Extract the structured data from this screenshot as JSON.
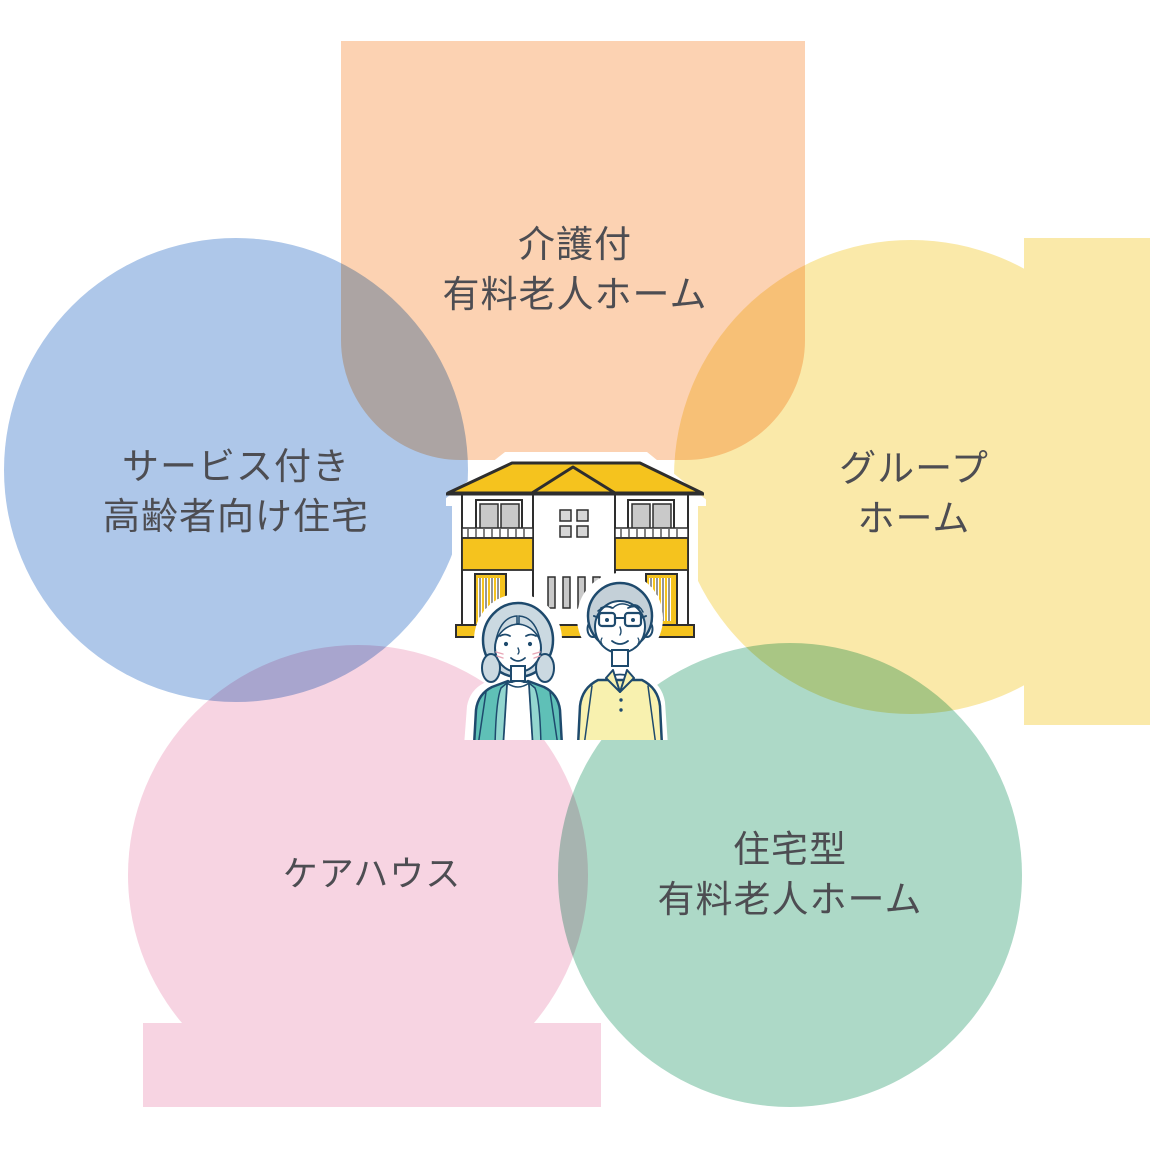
{
  "diagram": {
    "blend_mode": "multiply",
    "background": "#FFFFFF",
    "text_color": "#4D4D52",
    "categories": [
      {
        "name": "nursing-care-paid-home",
        "position": "top",
        "color": "#FCD2B2",
        "label_lines": [
          "介護付",
          "有料老人ホーム"
        ]
      },
      {
        "name": "service-senior-housing",
        "position": "left",
        "color": "#AEC7E9",
        "label_lines": [
          "サービス付き",
          "高齢者向け住宅"
        ]
      },
      {
        "name": "group-home",
        "position": "right",
        "color": "#FAE9A9",
        "label_lines": [
          "グループ",
          "ホーム"
        ]
      },
      {
        "name": "care-house",
        "position": "bottom-left",
        "color": "#F7D4E2",
        "label_lines": [
          "ケアハウス"
        ]
      },
      {
        "name": "residential-paid-home",
        "position": "bottom-right",
        "color": "#ADD9C7",
        "label_lines": [
          "住宅型",
          "有料老人ホーム"
        ]
      }
    ],
    "center_illustration": {
      "name": "house-with-elderly-couple",
      "elements": [
        "two-story-house",
        "elderly-woman",
        "elderly-man"
      ]
    }
  },
  "css_vars": {
    "--house-yellow": "#F5C31E",
    "--house-outline": "#2E2E2E",
    "--pane": "#C9C9C9",
    "--pane-light": "#D6D6D6",
    "--people-outline": "#1E4A6D",
    "--woman-hair": "#CBD9E1",
    "--man-hair": "#C4D0D8",
    "--cardigan": "#5FC0B7",
    "--cardigan-light": "#93D6CF",
    "--shirt": "#F8F1AF",
    "--blush": "#E8A7B7"
  }
}
